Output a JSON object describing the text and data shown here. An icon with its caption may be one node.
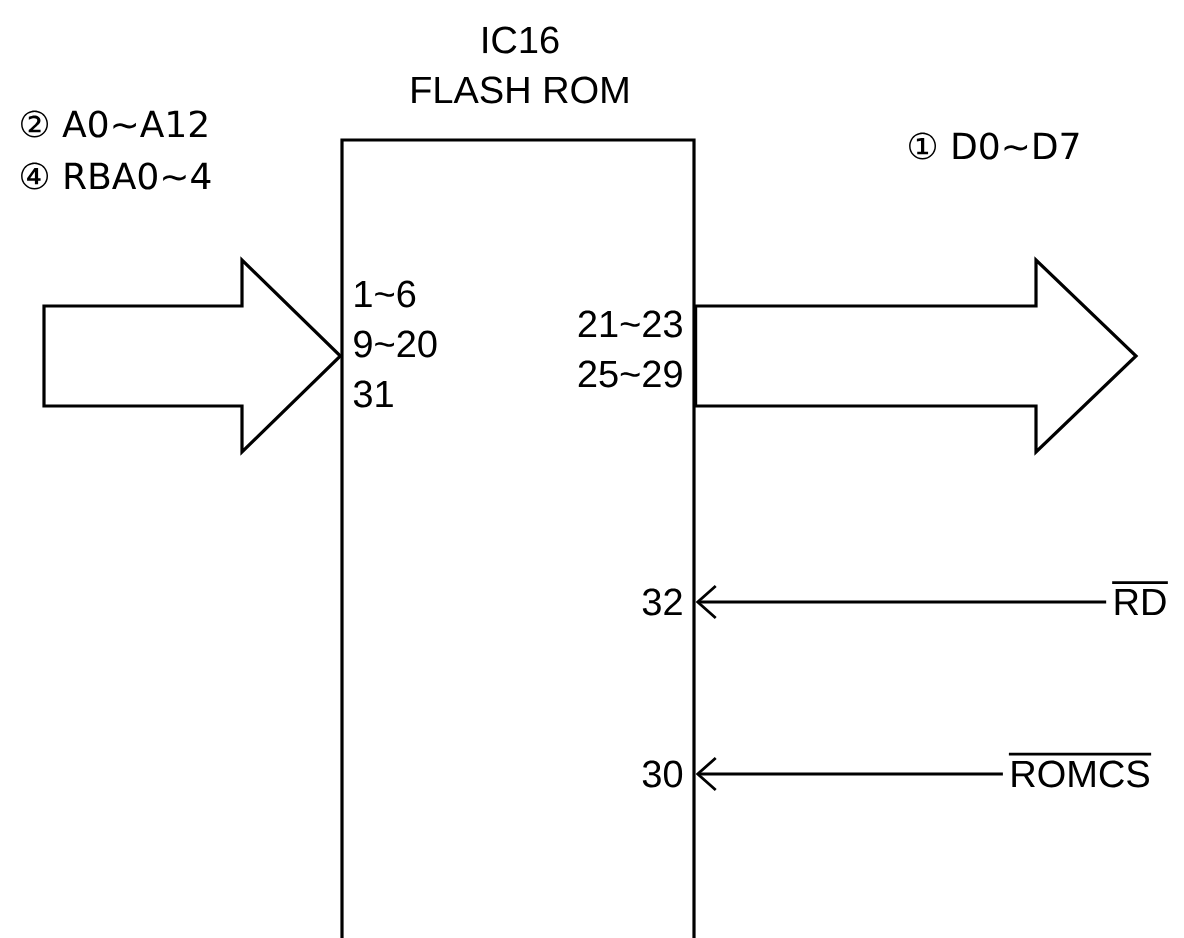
{
  "diagram": {
    "nodes": [
      {
        "text": [
          "IC16",
          "FLASH ROM",
          "1~6",
          "9~20",
          "31",
          "21~23",
          "25~29",
          "32",
          "30"
        ]
      },
      {
        "text": [
          "RD"
        ]
      },
      {
        "text": [
          "ROMCS"
        ]
      }
    ],
    "edges": [
      {
        "from": null,
        "to": 0,
        "arrow": "to",
        "style": "thick"
      },
      {
        "from": 0,
        "to": null,
        "arrow": "to",
        "style": "thick"
      },
      {
        "from": 1,
        "to": 0,
        "arrow": "to"
      },
      {
        "from": 2,
        "to": 0,
        "arrow": "to"
      }
    ],
    "labels": [
      "② A0~A12",
      "④ RBA0~4",
      "① D0~D7"
    ]
  }
}
